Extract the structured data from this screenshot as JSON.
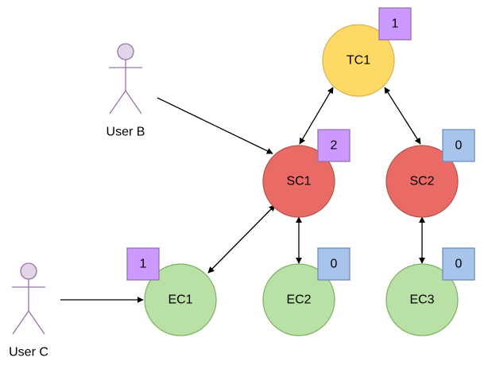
{
  "colors": {
    "top_fill": "#ffd966",
    "top_stroke": "#d6b656",
    "mid_fill": "#ea6b66",
    "mid_stroke": "#b85450",
    "edge_fill": "#b9e0a5",
    "edge_stroke": "#82b366",
    "badge_purple_fill": "#cc99ff",
    "badge_purple_stroke": "#9673a6",
    "badge_blue_fill": "#a9c4eb",
    "badge_blue_stroke": "#6c8ebf",
    "actor_fill": "#e1d5e7",
    "actor_stroke": "#9673a6"
  },
  "nodes": {
    "tc1": {
      "label": "TC1",
      "badge": "1"
    },
    "sc1": {
      "label": "SC1",
      "badge": "2"
    },
    "sc2": {
      "label": "SC2",
      "badge": "0"
    },
    "ec1": {
      "label": "EC1",
      "badge": "1"
    },
    "ec2": {
      "label": "EC2",
      "badge": "0"
    },
    "ec3": {
      "label": "EC3",
      "badge": "0"
    }
  },
  "actors": {
    "user_b": {
      "label": "User B",
      "icon": "user-icon"
    },
    "user_c": {
      "label": "User C",
      "icon": "user-icon"
    }
  }
}
